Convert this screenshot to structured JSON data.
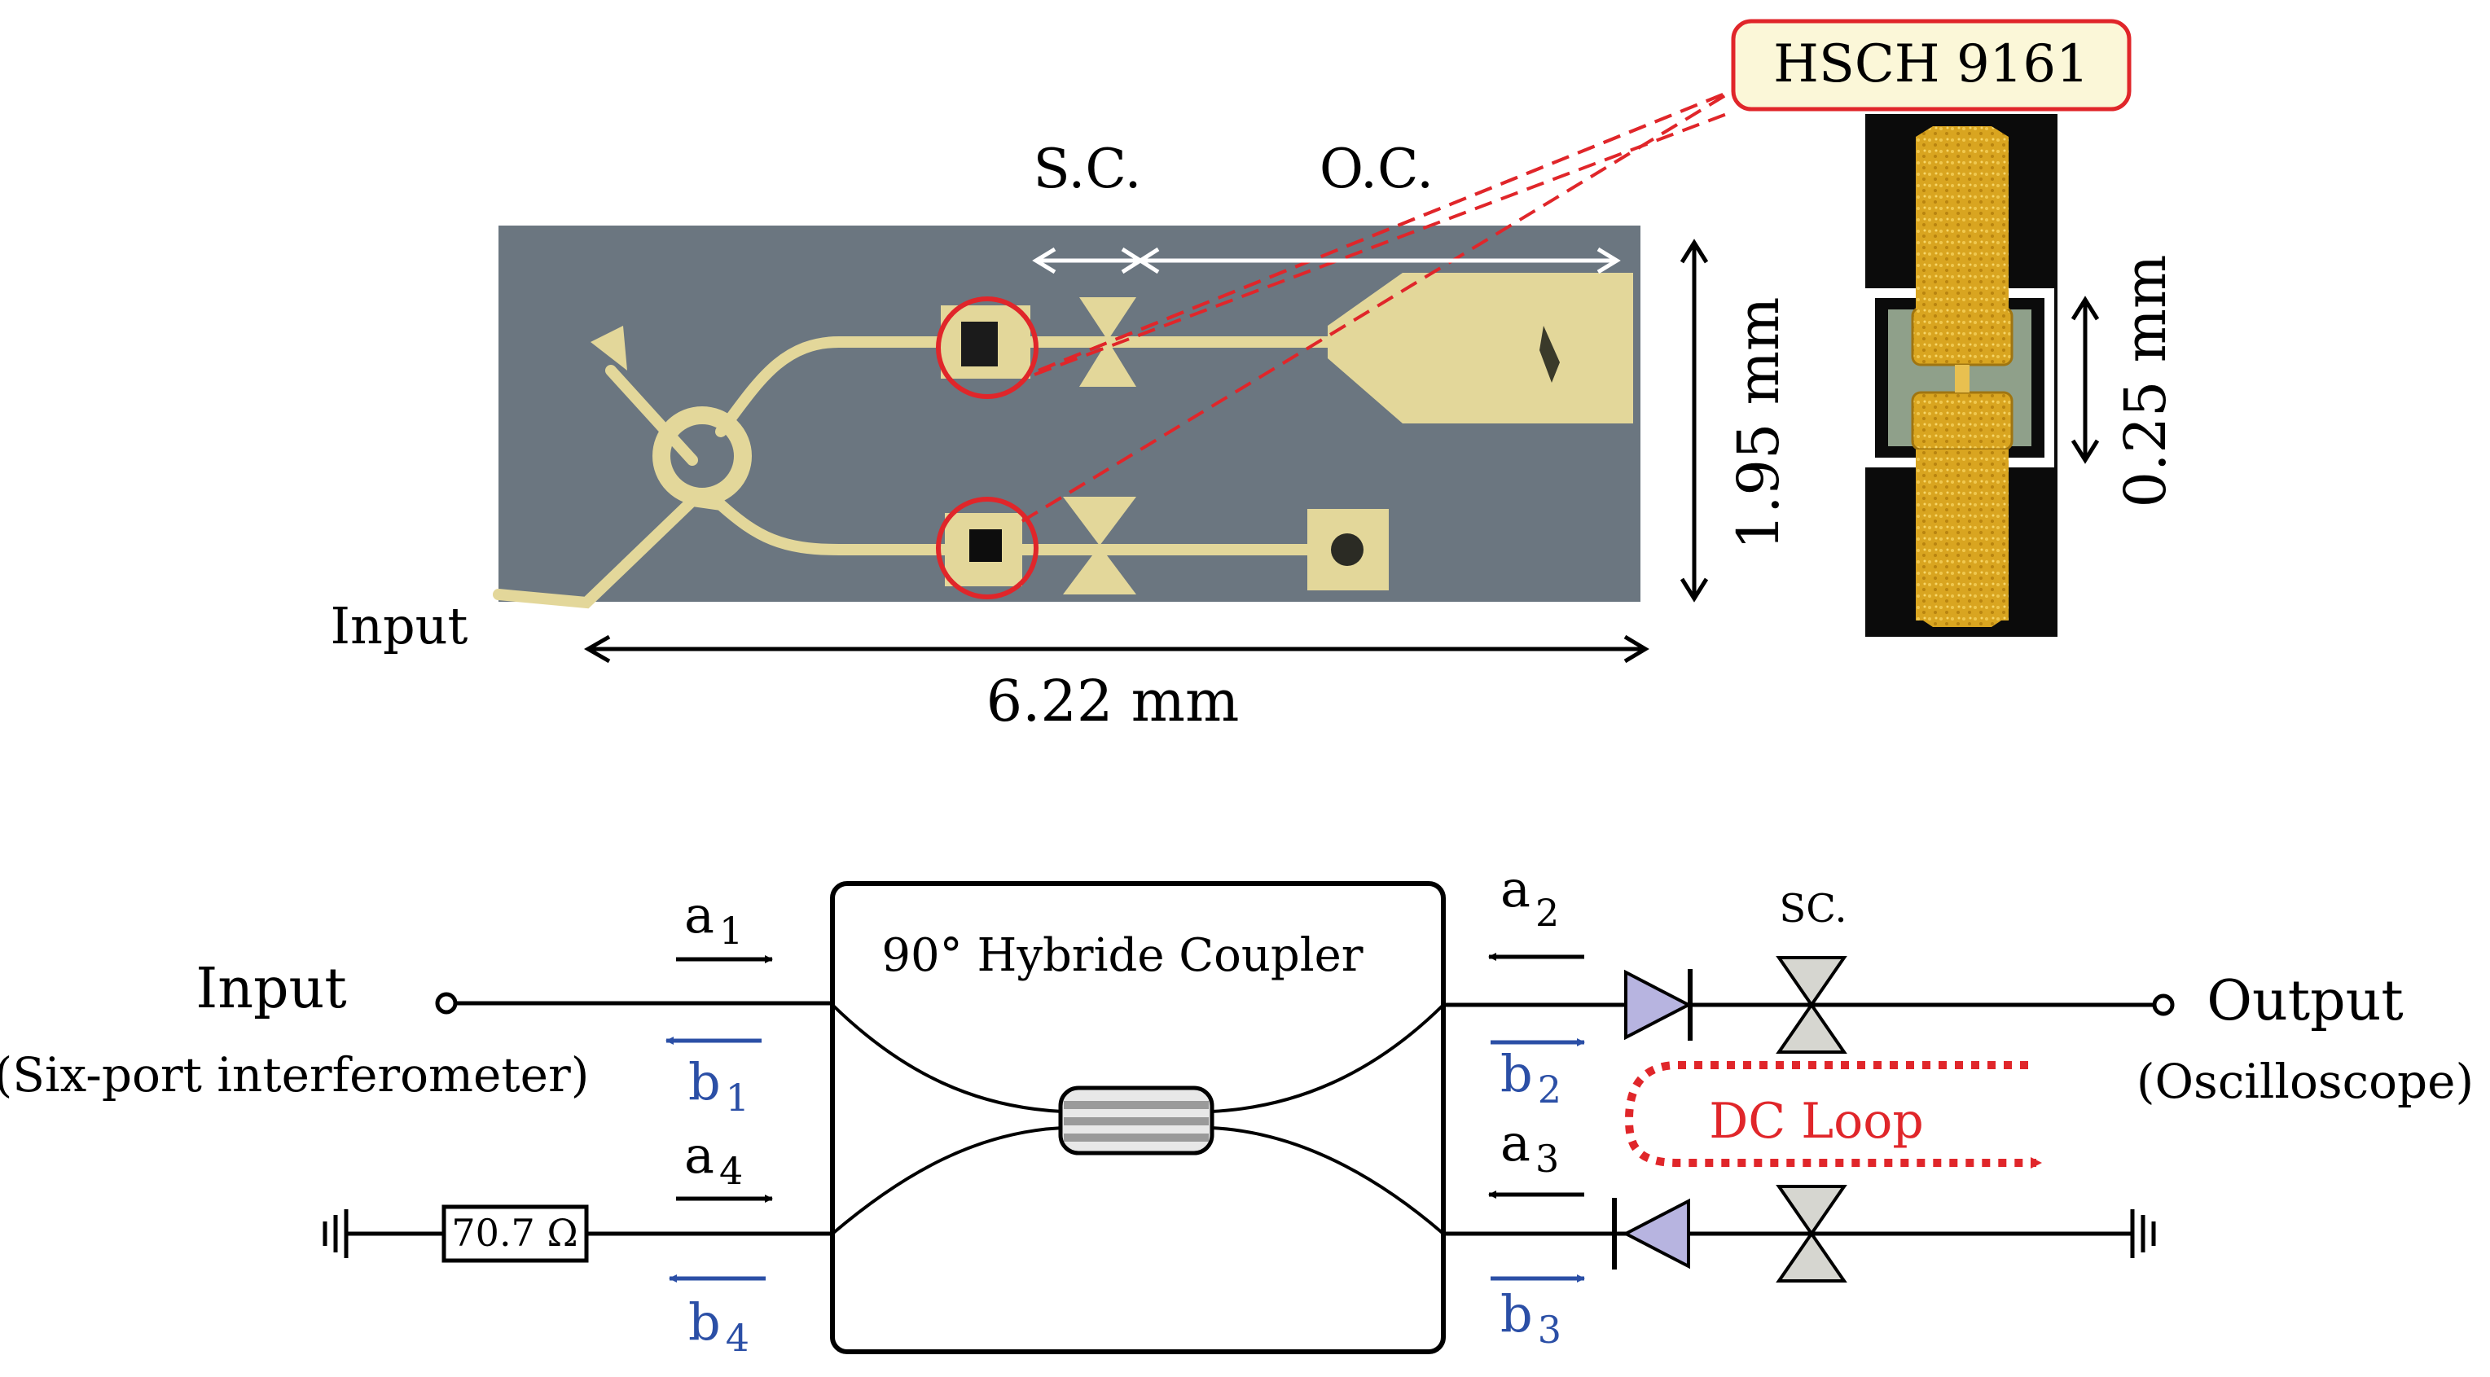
{
  "photo": {
    "chip_label": "HSCH 9161",
    "sc_label": "S.C.",
    "oc_label": "O.C.",
    "input_label": "Input",
    "width_label": "6.22 mm",
    "height_label": "1.95 mm",
    "diode_gap_label": "0.25 mm"
  },
  "schematic": {
    "coupler_title": "90° Hybride Coupler",
    "input_label": "Input",
    "input_sub": "(Six-port interferometer)",
    "output_label": "Output",
    "output_sub": "(Oscilloscope)",
    "resistor_label": "70.7 Ω",
    "sc_label": "SC.",
    "dc_loop_label": "DC Loop",
    "waves": {
      "a": "a",
      "b": "b",
      "a1_sub": "1",
      "b1_sub": "1",
      "a2_sub": "2",
      "b2_sub": "2",
      "a3_sub": "3",
      "b3_sub": "3",
      "a4_sub": "4",
      "b4_sub": "4"
    }
  },
  "colors": {
    "board": "#6b7680",
    "copper": "#e3d79a",
    "gold": "#d9a520",
    "highlight_red": "#e0262a",
    "callout_fill": "#fbf7d8",
    "wave_b_blue": "#2b4fa6",
    "diode_fill": "#b7b4e0",
    "sc_fill": "#d6d6d0"
  }
}
